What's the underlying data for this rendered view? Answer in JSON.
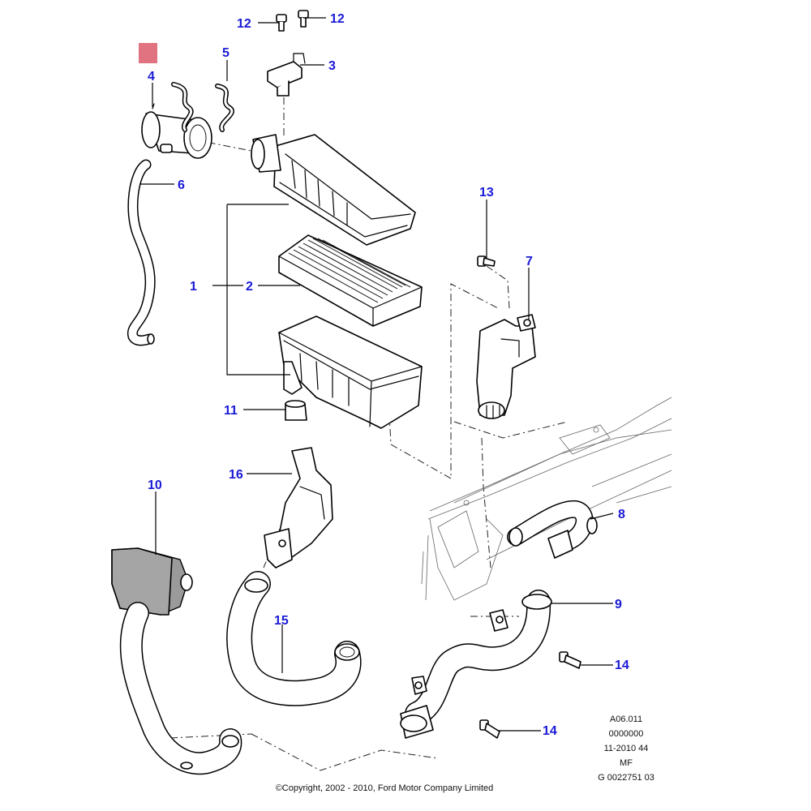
{
  "diagram": {
    "callouts": {
      "c1": "1",
      "c2": "2",
      "c3": "3",
      "c4": "4",
      "c5": "5",
      "c6": "6",
      "c7": "7",
      "c8": "8",
      "c9": "9",
      "c10": "10",
      "c11": "11",
      "c12a": "12",
      "c12b": "12",
      "c13": "13",
      "c14a": "14",
      "c14b": "14",
      "c15": "15",
      "c16": "16"
    },
    "highlight_color": "#e0737f",
    "callout_color": "#1a1ad6"
  },
  "reference_block": {
    "line1": "A06.011",
    "line2": "0000000",
    "line3": "11-2010 44",
    "line4": "MF",
    "line5": "G 0022751 03"
  },
  "footer": {
    "copyright": "©Copyright, 2002 - 2010, Ford Motor Company Limited"
  }
}
